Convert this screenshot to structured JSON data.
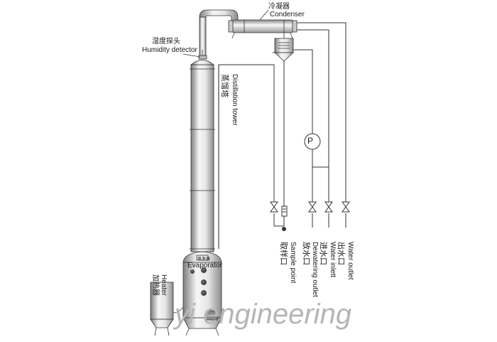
{
  "labels": {
    "condenser_zh": "冷凝器",
    "condenser_en": "Condenser",
    "humidity_zh": "湿度探头",
    "humidity_en": "Humidity detector",
    "tower_zh": "蒸馏塔",
    "tower_en": "Distillation tower",
    "evaporator_zh": "蒸发器",
    "evaporator_en": "Evaporator",
    "heater_zh": "加热器",
    "heater_en": "Heater",
    "pump_symbol": "P",
    "sample_zh": "取样口",
    "sample_en": "Sample point",
    "dewatering_zh": "放水口",
    "dewatering_en": "Dewatering outlet",
    "water_inlet_zh": "进水口",
    "water_inlet_en": "Water inlett",
    "water_outlet_zh": "出水口",
    "water_outlet_en": "Water outlet"
  },
  "watermark": "yi engineering",
  "colors": {
    "line": "#333333",
    "vessel_light": "#f4f4f4",
    "vessel_dark": "#8a8a8a",
    "watermark": "#b5b5b5"
  }
}
